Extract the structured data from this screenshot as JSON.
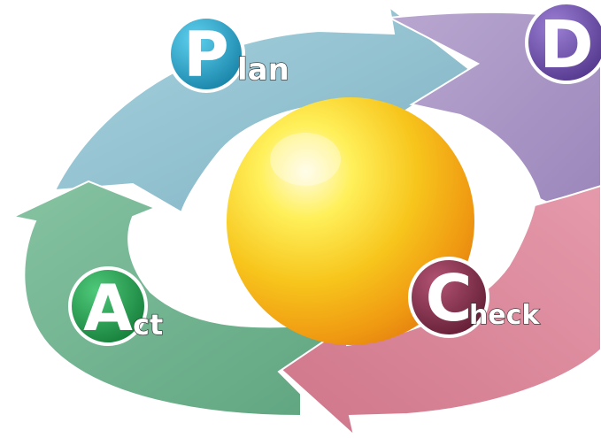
{
  "diagram": {
    "type": "pdca-cycle",
    "stages": [
      {
        "id": "plan",
        "letter": "P",
        "rest": "lan",
        "arrow_color": "#8fbfcf",
        "badge_color": "#1e9fc4"
      },
      {
        "id": "do",
        "letter": "D",
        "rest": "",
        "arrow_color": "#a996c4",
        "badge_color": "#6a4aa8"
      },
      {
        "id": "check",
        "letter": "C",
        "rest": "heck",
        "arrow_color": "#d98598",
        "badge_color": "#7d2a44"
      },
      {
        "id": "act",
        "letter": "A",
        "rest": "ct",
        "arrow_color": "#6fb08e",
        "badge_color": "#1e9a4a"
      }
    ],
    "center": {
      "shape": "sphere",
      "color": "#f7c51c"
    }
  }
}
